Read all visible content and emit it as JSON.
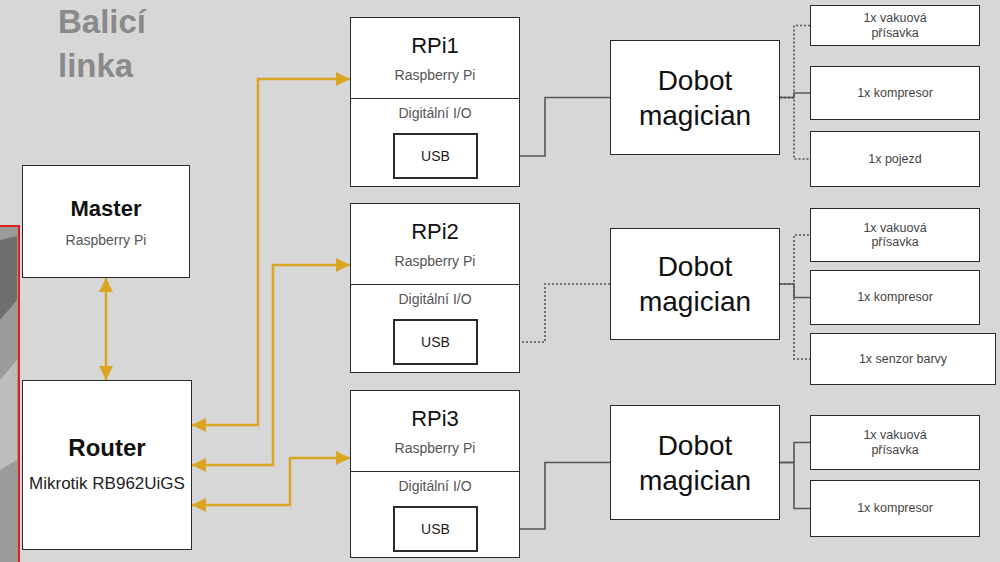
{
  "diagram": {
    "title": "Balicí linka",
    "nodes": [
      {
        "text": [
          "Master",
          "Raspberry Pi"
        ]
      },
      {
        "text": [
          "Router",
          "Mikrotik RB962UiGS"
        ]
      },
      {
        "text": [
          "RPi1",
          "Raspberry Pi"
        ]
      },
      {
        "text": [
          "Digitální I/O"
        ],
        "in": 2
      },
      {
        "text": [
          "USB"
        ],
        "in": 3
      },
      {
        "text": [
          "Dobot magician"
        ]
      },
      {
        "text": [
          "1x vakuová přísavka"
        ]
      },
      {
        "text": [
          "1x kompresor"
        ]
      },
      {
        "text": [
          "1x pojezd"
        ]
      },
      {
        "text": [
          "RPi2",
          "Raspberry Pi"
        ]
      },
      {
        "text": [
          "Digitální I/O"
        ],
        "in": 9
      },
      {
        "text": [
          "USB"
        ],
        "in": 10
      },
      {
        "text": [
          "Dobot magician"
        ]
      },
      {
        "text": [
          "1x vakuová přísavka"
        ]
      },
      {
        "text": [
          "1x kompresor"
        ]
      },
      {
        "text": [
          "1x senzor barvy"
        ]
      },
      {
        "text": [
          "RPi3",
          "Raspberry Pi"
        ]
      },
      {
        "text": [
          "Digitální I/O"
        ],
        "in": 16
      },
      {
        "text": [
          "USB"
        ],
        "in": 17
      },
      {
        "text": [
          "Dobot magician"
        ]
      },
      {
        "text": [
          "1x vakuová přísavka"
        ]
      },
      {
        "text": [
          "1x kompresor"
        ]
      }
    ],
    "edges": [
      {
        "from": 0,
        "to": 1,
        "arrow": "both"
      },
      {
        "from": 1,
        "to": 2,
        "arrow": "both"
      },
      {
        "from": 1,
        "to": 9,
        "arrow": "both"
      },
      {
        "from": 1,
        "to": 16,
        "arrow": "both"
      },
      {
        "from": 4,
        "to": 5,
        "arrow": "none"
      },
      {
        "from": 5,
        "to": 6,
        "arrow": "none"
      },
      {
        "from": 5,
        "to": 7,
        "arrow": "none"
      },
      {
        "from": 5,
        "to": 8,
        "arrow": "none"
      },
      {
        "from": 11,
        "to": 12,
        "arrow": "none"
      },
      {
        "from": 12,
        "to": 13,
        "arrow": "none"
      },
      {
        "from": 12,
        "to": 14,
        "arrow": "none"
      },
      {
        "from": 12,
        "to": 15,
        "arrow": "none"
      },
      {
        "from": 18,
        "to": 19,
        "arrow": "none"
      },
      {
        "from": 19,
        "to": 20,
        "arrow": "none"
      },
      {
        "from": 19,
        "to": 21,
        "arrow": "none"
      }
    ]
  }
}
